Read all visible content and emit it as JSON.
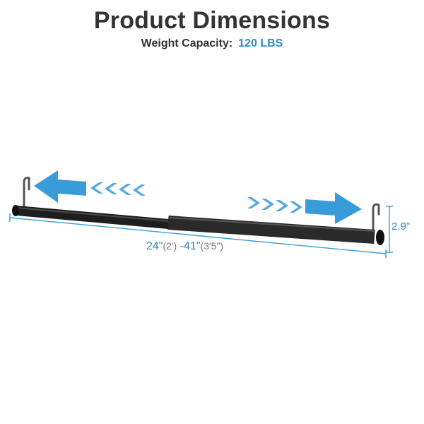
{
  "header": {
    "title": "Product Dimensions",
    "capacity_label": "Weight Capacity:",
    "capacity_value": "120 LBS"
  },
  "dimensions": {
    "length_min": "24\"",
    "length_min_alt": "(2')",
    "separator": "-",
    "length_max": "41\"",
    "length_max_alt": "(3'5\")",
    "height": "2.9\""
  },
  "colors": {
    "accent": "#2a8cc9",
    "arrow": "#3a9bd9",
    "arrow_light": "#9fd0ee",
    "rod": "#1e1e1e",
    "text": "#333333"
  },
  "icons": [
    "extend-left-arrow-icon",
    "extend-right-arrow-icon",
    "chevrons-icon",
    "hook-icon"
  ]
}
